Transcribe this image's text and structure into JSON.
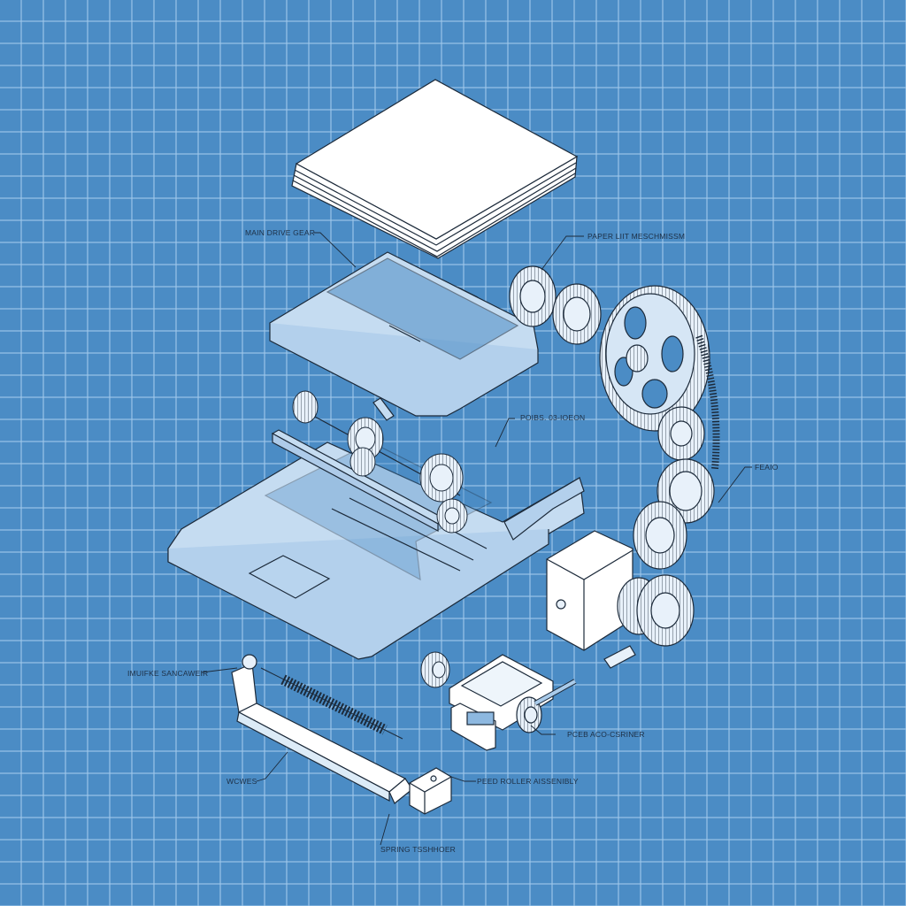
{
  "diagram": {
    "type": "exploded isometric blueprint",
    "subject": "printer paper feed mechanism",
    "colors": {
      "background": "#4b8cc5",
      "grid_line": "#8fbde4",
      "part_fill": "#c7ddf2",
      "part_fill_light": "#ffffff",
      "outline": "#1c2a3a",
      "label_text": "#1d2f45"
    },
    "labels": [
      {
        "id": "main-drive-gear",
        "text": "MAIN DRIVE GEAR"
      },
      {
        "id": "paper-lift-mechanism",
        "text": "PAPER LIIT MESCHMISSM"
      },
      {
        "id": "rails-label",
        "text": "POIBS. 03-IOEON"
      },
      {
        "id": "feaio",
        "text": "FEAIO"
      },
      {
        "id": "imuike-sancamer",
        "text": "IMUIFKE SANCAWEIR"
      },
      {
        "id": "feed-aco-corner",
        "text": "PCEB ACO-CSRINER"
      },
      {
        "id": "wcwes",
        "text": "WCWES"
      },
      {
        "id": "feed-roller-assembly",
        "text": "PEED ROLLER AISSENIBLY"
      },
      {
        "id": "spring-tensioner",
        "text": "SPRING TSSHHOER"
      }
    ],
    "parts": [
      "paper-stack",
      "top-frame",
      "base-tray",
      "gear-train",
      "motor-housing",
      "small-gear",
      "tensioner-bracket",
      "spring",
      "feed-block",
      "roller-clamp"
    ]
  }
}
